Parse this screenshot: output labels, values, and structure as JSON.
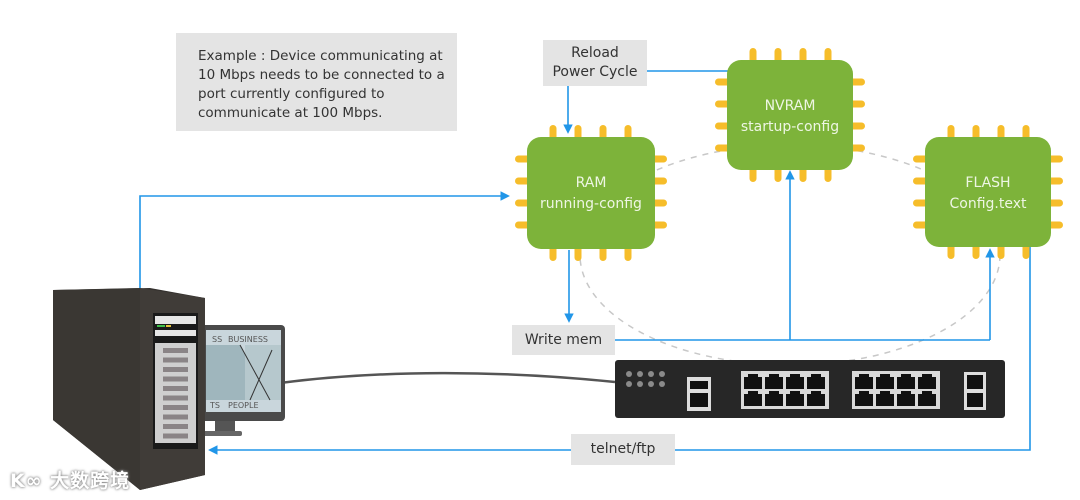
{
  "note": {
    "lines": [
      "Example : Device  communicating at",
      "10 Mbps needs to be connected to a",
      "port currently configured to",
      "communicate at 100 Mbps."
    ]
  },
  "labels": {
    "reload_line1": "Reload",
    "reload_line2": "Power Cycle",
    "write_mem": "Write mem",
    "telnet_ftp": "telnet/ftp"
  },
  "chips": {
    "ram": {
      "title": "RAM",
      "subtitle": "running-config"
    },
    "nvram": {
      "title": "NVRAM",
      "subtitle": "startup-config"
    },
    "flash": {
      "title": "FLASH",
      "subtitle": "Config.text"
    }
  },
  "monitor_screen": {
    "top_left": "SS",
    "top_right": "BUSINESS",
    "bottom_left": "TS",
    "bottom_right": "PEOPLE"
  },
  "watermark": "大数跨境",
  "colors": {
    "chip_green": "#7db33a",
    "chip_pin": "#f6bd2a",
    "arrow_blue": "#2196e8",
    "label_bg": "#e4e4e4",
    "switch_body": "#2a2a2a",
    "server_body": "#3d3a36"
  }
}
